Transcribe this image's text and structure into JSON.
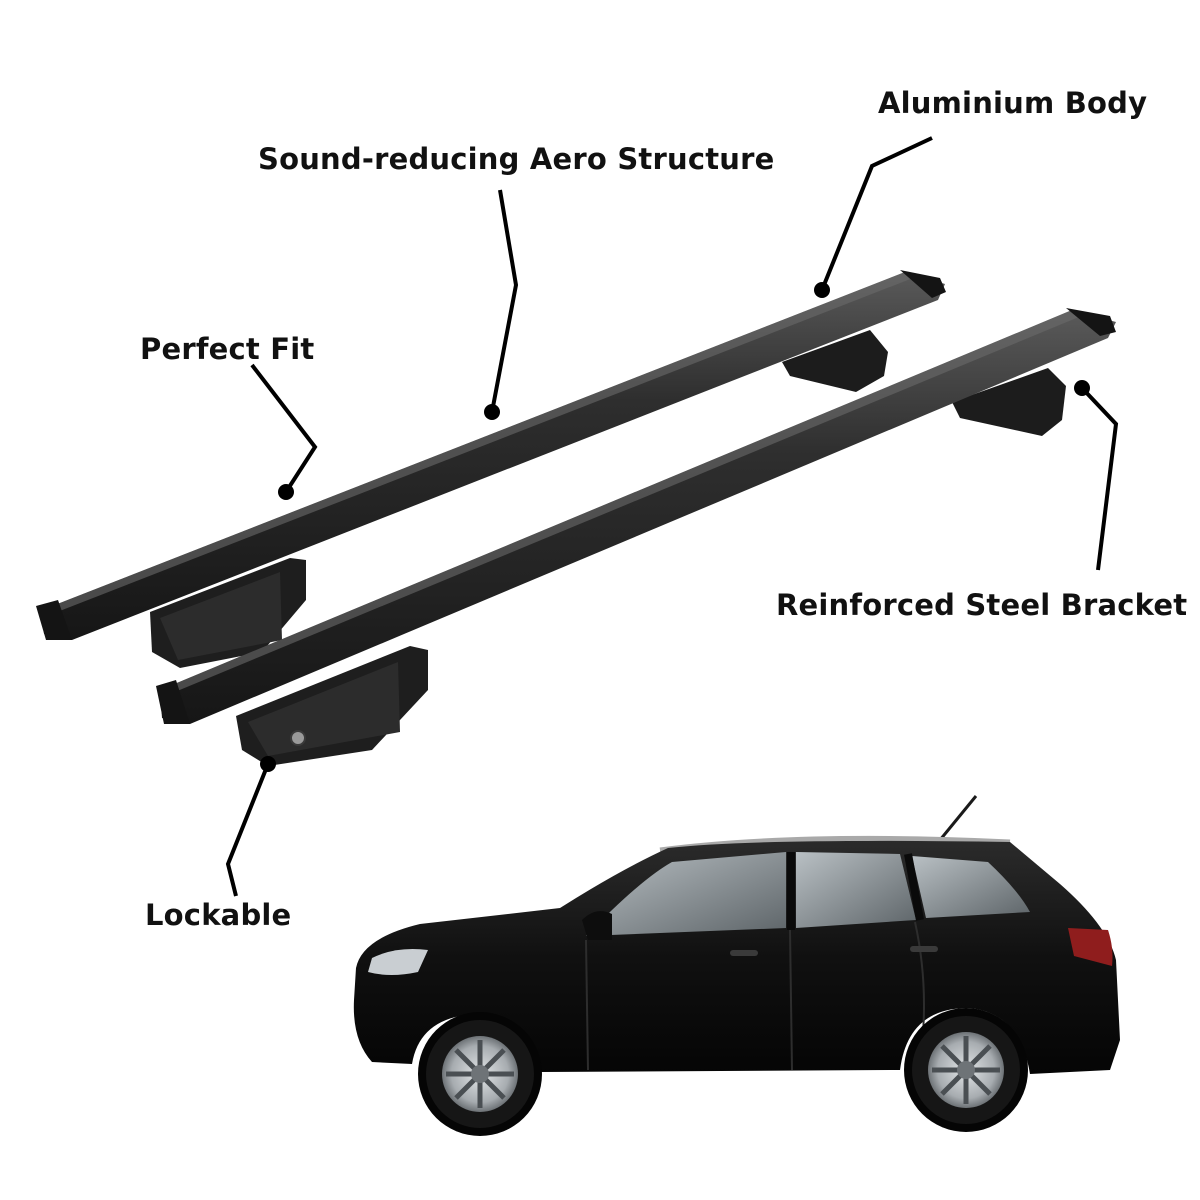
{
  "callouts": {
    "aluminium_body": "Aluminium Body",
    "sound_reducing": "Sound-reducing Aero Structure",
    "perfect_fit": "Perfect Fit",
    "reinforced_bracket": "Reinforced Steel Bracket",
    "lockable": "Lockable"
  },
  "colors": {
    "bar": "#2a2a2a",
    "bar_highlight": "#555555",
    "bracket": "#1f1f1f",
    "leader": "#000000",
    "car_body": "#141414",
    "glass": "#8e959a",
    "wheel": "#bfc3c7"
  }
}
